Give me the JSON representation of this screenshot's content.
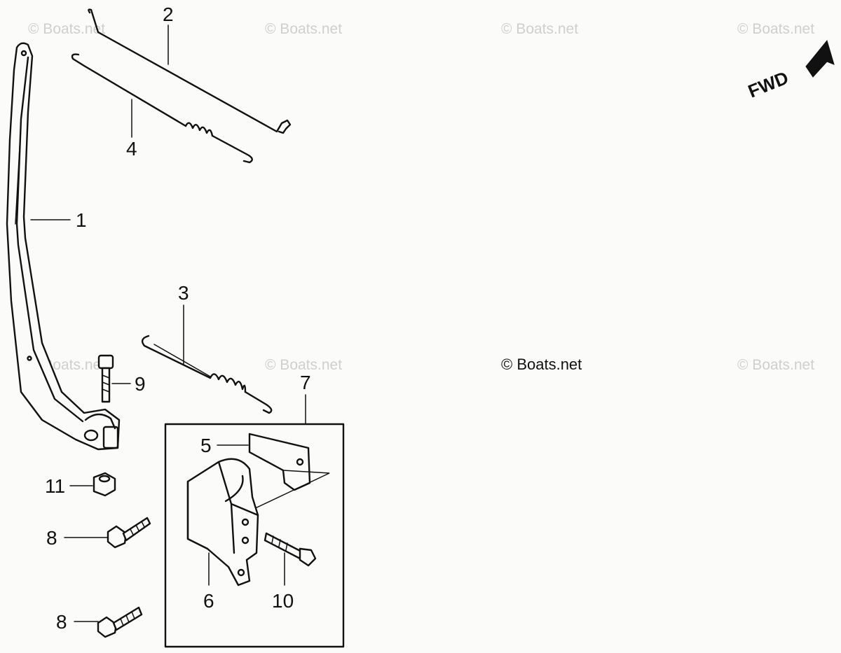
{
  "watermark": "© Boats.net",
  "fwd_label": "FWD",
  "callouts": {
    "c1": "1",
    "c2": "2",
    "c3": "3",
    "c4": "4",
    "c5": "5",
    "c6": "6",
    "c7": "7",
    "c8a": "8",
    "c8b": "8",
    "c9": "9",
    "c10": "10",
    "c11": "11"
  }
}
